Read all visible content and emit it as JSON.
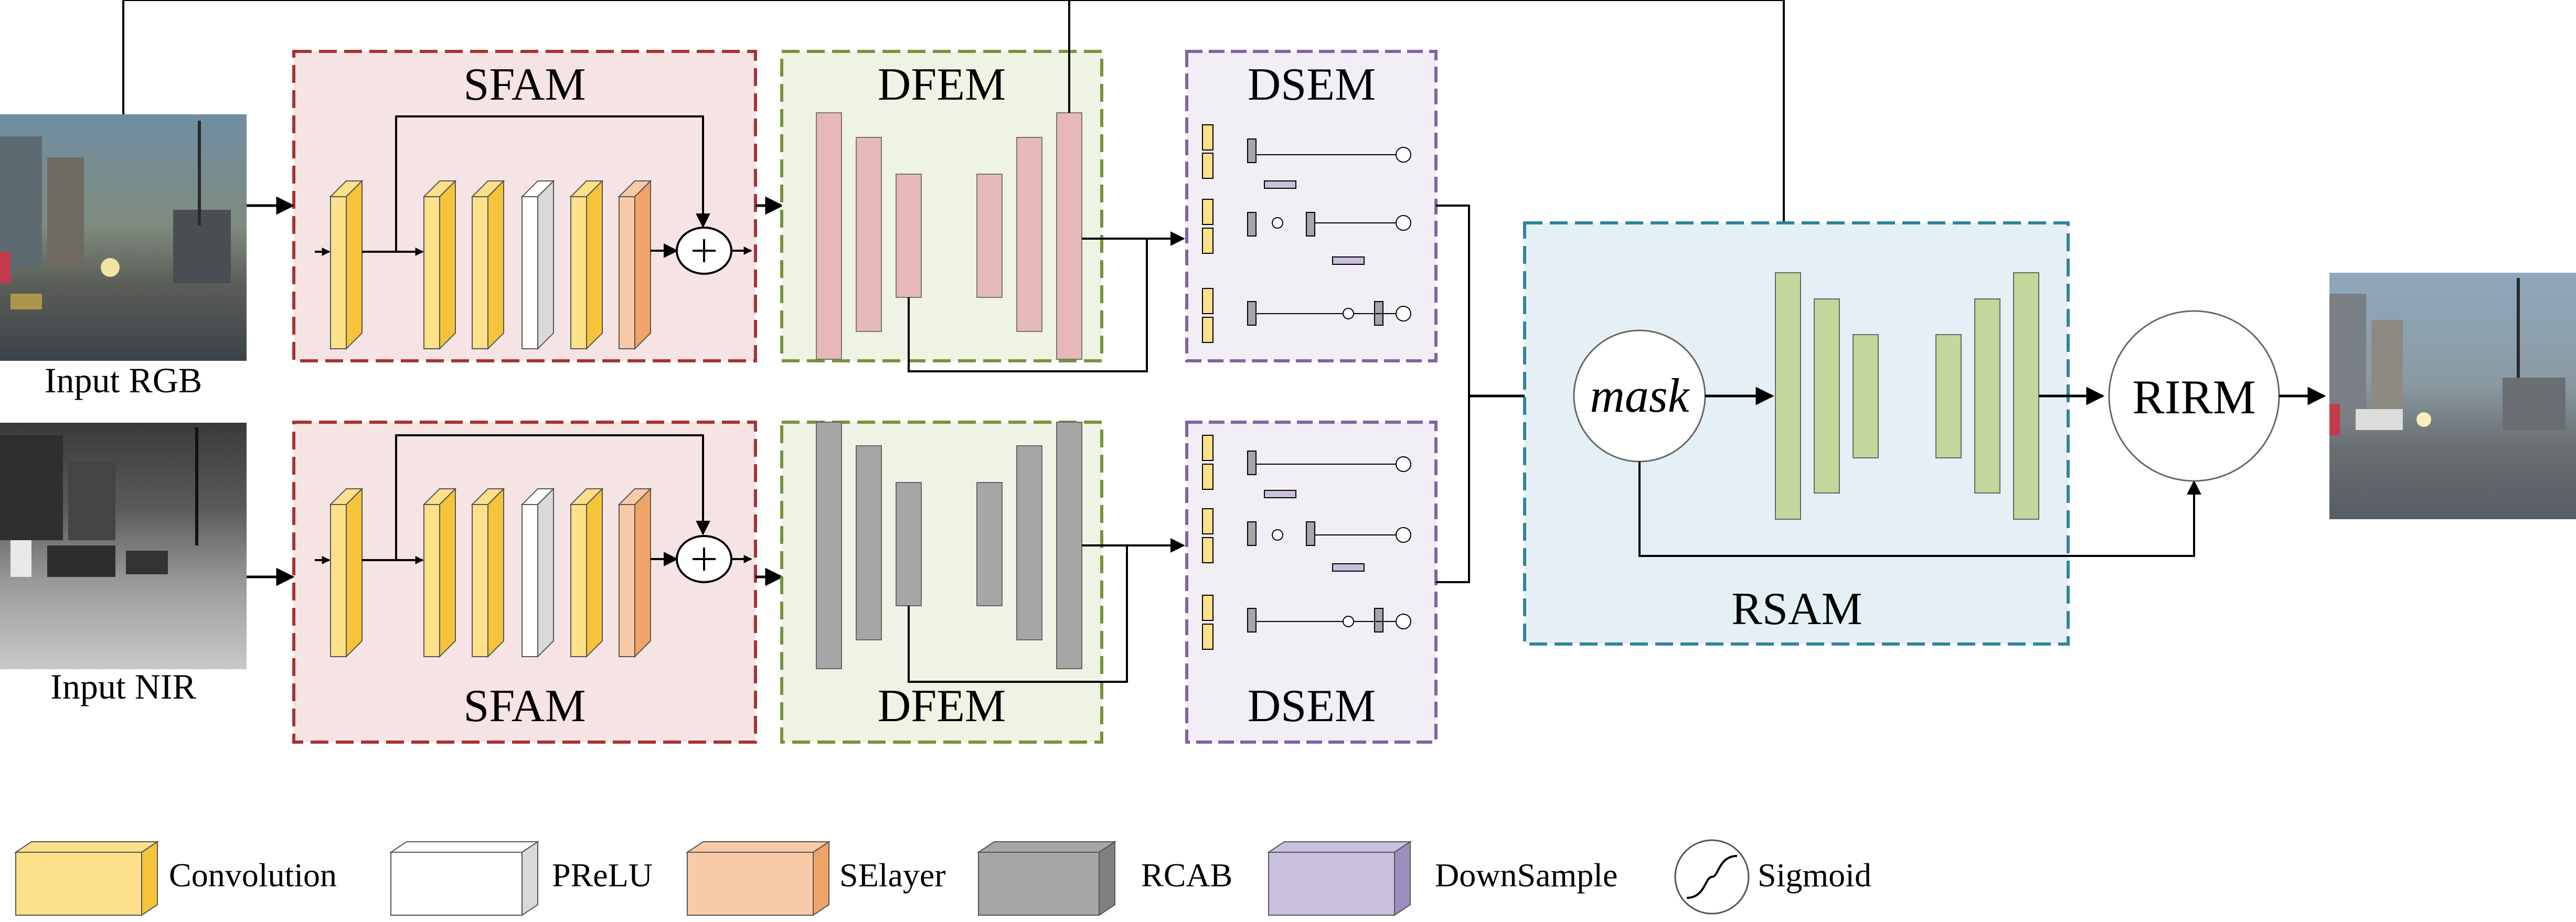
{
  "inputs": {
    "rgb_label": "Input RGB",
    "nir_label": "Input NIR"
  },
  "modules": {
    "sfam_top": "SFAM",
    "sfam_bottom": "SFAM",
    "dfem_top": "DFEM",
    "dfem_bottom": "DFEM",
    "dsem_top": "DSEM",
    "dsem_bottom": "DSEM",
    "rsam": "RSAM",
    "mask": "mask",
    "rirm": "RIRM"
  },
  "legend": [
    {
      "label": "Convolution",
      "color": "#fde08a",
      "side": "#f5c43a"
    },
    {
      "label": "PReLU",
      "color": "#ffffff",
      "side": "#d9d9d9"
    },
    {
      "label": "SElayer",
      "color": "#f9caa7",
      "side": "#f0a468"
    },
    {
      "label": "RCAB",
      "color": "#a6a6a6",
      "side": "#808080"
    },
    {
      "label": "DownSample",
      "color": "#c9c0dd",
      "side": "#9a8fbf"
    },
    {
      "label": "Sigmoid",
      "icon": "sigmoid-icon"
    }
  ],
  "colors": {
    "sfam_border": "#a83232",
    "sfam_fill": "#f6e4e4",
    "dfem_border": "#77933c",
    "dfem_fill": "#eef3e3",
    "dsem_border": "#8064a2",
    "dsem_fill": "#f1eef6",
    "rsam_border": "#31849b",
    "rsam_fill": "#e4f0f6",
    "pink_block": "#e6b9b8",
    "gray_block": "#a6a6a6",
    "green_block": "#c3d69b"
  }
}
